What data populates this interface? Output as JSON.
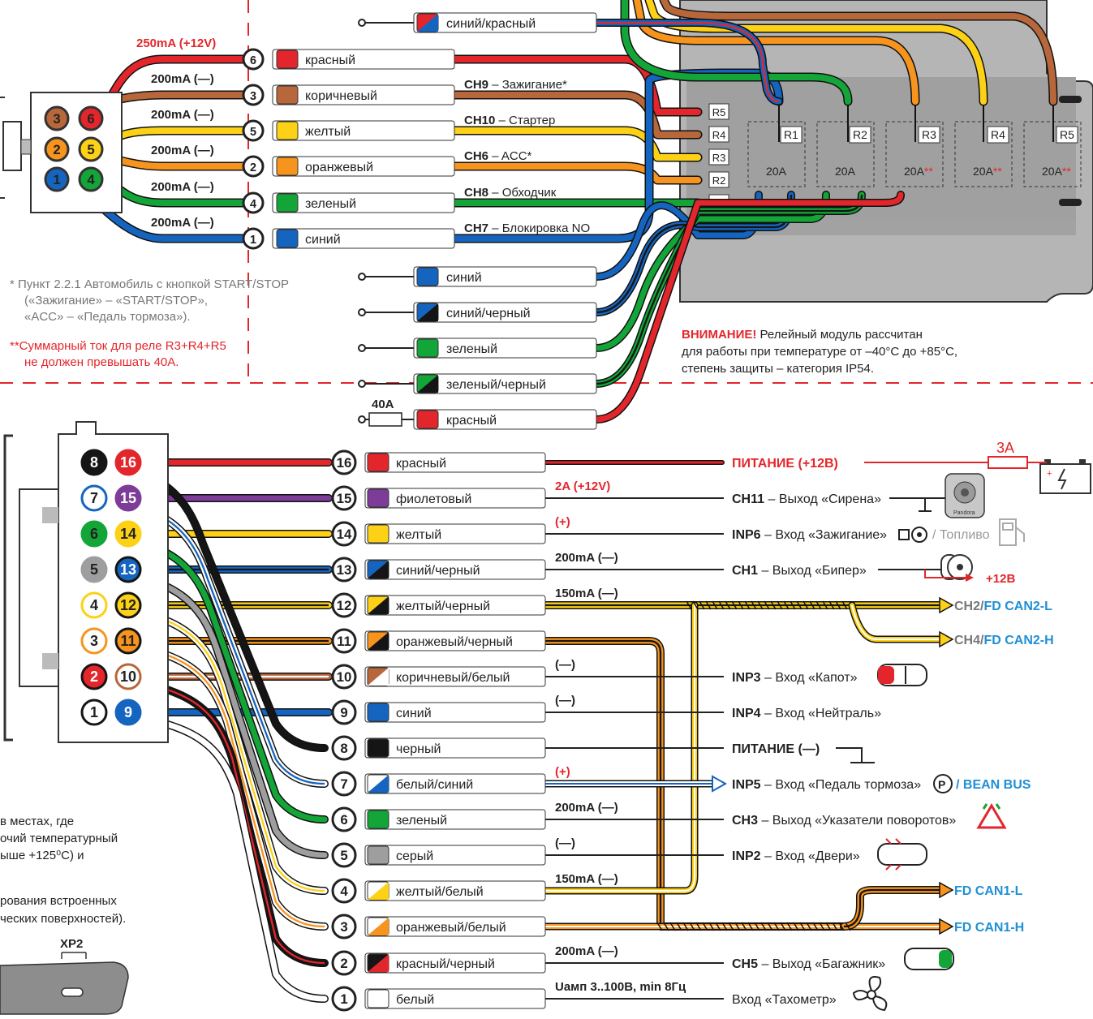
{
  "colors": {
    "red": "#e3262b",
    "brown": "#b8673a",
    "yellow": "#fcd116",
    "orange": "#f7941d",
    "green": "#13a538",
    "blue": "#1565c0",
    "black": "#151515",
    "white": "#ffffff",
    "violet": "#7d3c98",
    "gray": "#9e9e9e",
    "cyan": "#1e90d6",
    "module": "#b3b3b3"
  },
  "top": {
    "connector_pins": [
      "3",
      "6",
      "2",
      "5",
      "1",
      "4"
    ],
    "wires": [
      {
        "pin": "6",
        "color": "красный",
        "current": "250mA (+12V)",
        "channel": "",
        "func": "",
        "c1": "red",
        "c2": "red"
      },
      {
        "pin": "3",
        "color": "коричневый",
        "current": "200mA (—)",
        "channel": "CH9",
        "func": " – Зажигание*",
        "c1": "brown",
        "c2": "brown"
      },
      {
        "pin": "5",
        "color": "желтый",
        "current": "200mA (—)",
        "channel": "CH10",
        "func": " – Стартер",
        "c1": "yellow",
        "c2": "yellow"
      },
      {
        "pin": "2",
        "color": "оранжевый",
        "current": "200mA (—)",
        "channel": "CH6",
        "func": " – ACC*",
        "c1": "orange",
        "c2": "orange"
      },
      {
        "pin": "4",
        "color": "зеленый",
        "current": "200mA (—)",
        "channel": "CH8",
        "func": " – Обходчик",
        "c1": "green",
        "c2": "green"
      },
      {
        "pin": "1",
        "color": "синий",
        "current": "200mA (—)",
        "channel": "CH7",
        "func": " – Блокировка NO",
        "c1": "blue",
        "c2": "blue"
      }
    ],
    "relay_wires": [
      {
        "color": "синий/красный",
        "c1": "red",
        "c2": "blue"
      },
      {
        "color": "синий",
        "c1": "blue",
        "c2": "blue"
      },
      {
        "color": "синий/черный",
        "c1": "blue",
        "c2": "black"
      },
      {
        "color": "зеленый",
        "c1": "green",
        "c2": "green"
      },
      {
        "color": "зеленый/черный",
        "c1": "green",
        "c2": "black"
      },
      {
        "color": "красный",
        "c1": "red",
        "c2": "red"
      }
    ],
    "fuse_label": "40A",
    "relay_inputs": [
      "R5",
      "R4",
      "R3",
      "R2",
      "R1"
    ],
    "relays": [
      {
        "name": "R1",
        "rating": "20A",
        "mark": ""
      },
      {
        "name": "R2",
        "rating": "20A",
        "mark": ""
      },
      {
        "name": "R3",
        "rating": "20A",
        "mark": "**"
      },
      {
        "name": "R4",
        "rating": "20A",
        "mark": "**"
      },
      {
        "name": "R5",
        "rating": "20A",
        "mark": "**"
      }
    ],
    "notes": {
      "n1_line1": "*  Пункт 2.2.1 Автомобиль с кнопкой START/STOP",
      "n1_line2": "(«Зажигание» – «START/STOP»,",
      "n1_line3": "«ACC» – «Педаль тормоза»).",
      "n2_line1": "**Суммарный ток для реле R3+R4+R5",
      "n2_line2": "не должен превышать 40А."
    },
    "warning": {
      "head": "ВНИМАНИЕ!",
      "line1": " Релейный модуль рассчитан",
      "line2": "для работы при температуре от –40°C до +85°C,",
      "line3": "степень защиты – категория IP54."
    }
  },
  "bottom": {
    "connector_left": [
      "8",
      "7",
      "6",
      "5",
      "4",
      "3",
      "2",
      "1"
    ],
    "connector_right": [
      "16",
      "15",
      "14",
      "13",
      "12",
      "11",
      "10",
      "9"
    ],
    "wires": [
      {
        "pin": "16",
        "color": "красный",
        "current": "",
        "ch": "ПИТАНИЕ (+12В)",
        "func": "",
        "c1": "red",
        "c2": "red"
      },
      {
        "pin": "15",
        "color": "фиолетовый",
        "current": "2A (+12V)",
        "ch": "CH11",
        "func": " – Выход «Сирена»",
        "c1": "violet",
        "c2": "violet"
      },
      {
        "pin": "14",
        "color": "желтый",
        "current": "(+)",
        "ch": "INP6",
        "func": " – Вход «Зажигание»",
        "c1": "yellow",
        "c2": "yellow"
      },
      {
        "pin": "13",
        "color": "синий/черный",
        "current": "200mA (—)",
        "ch": "CH1",
        "func": " – Выход «Бипер»",
        "c1": "blue",
        "c2": "black"
      },
      {
        "pin": "12",
        "color": "желтый/черный",
        "current": "150mA (—)",
        "ch": "",
        "func": "",
        "c1": "yellow",
        "c2": "black"
      },
      {
        "pin": "11",
        "color": "оранжевый/черный",
        "current": "",
        "ch": "",
        "func": "",
        "c1": "orange",
        "c2": "black"
      },
      {
        "pin": "10",
        "color": "коричневый/белый",
        "current": "(—)",
        "ch": "INP3",
        "func": " – Вход «Капот»",
        "c1": "brown",
        "c2": "white"
      },
      {
        "pin": "9",
        "color": "синий",
        "current": "(—)",
        "ch": "INP4",
        "func": " – Вход «Нейтраль»",
        "c1": "blue",
        "c2": "blue"
      },
      {
        "pin": "8",
        "color": "черный",
        "current": "",
        "ch": "ПИТАНИЕ (—)",
        "func": "",
        "c1": "black",
        "c2": "black"
      },
      {
        "pin": "7",
        "color": "белый/синий",
        "current": "(+)",
        "ch": "INP5",
        "func": " – Вход «Педаль тормоза»",
        "c1": "white",
        "c2": "blue"
      },
      {
        "pin": "6",
        "color": "зеленый",
        "current": "200mA (—)",
        "ch": "CH3",
        "func": " – Выход «Указатели поворотов»",
        "c1": "green",
        "c2": "green"
      },
      {
        "pin": "5",
        "color": "серый",
        "current": "(—)",
        "ch": "INP2",
        "func": " – Вход «Двери»",
        "c1": "gray",
        "c2": "gray"
      },
      {
        "pin": "4",
        "color": "желтый/белый",
        "current": "150mA (—)",
        "ch": "",
        "func": "",
        "c1": "white",
        "c2": "yellow"
      },
      {
        "pin": "3",
        "color": "оранжевый/белый",
        "current": "",
        "ch": "",
        "func": "",
        "c1": "white",
        "c2": "orange"
      },
      {
        "pin": "2",
        "color": "красный/черный",
        "current": "200mA (—)",
        "ch": "CH5",
        "func": " – Выход «Багажник»",
        "c1": "black",
        "c2": "red"
      },
      {
        "pin": "1",
        "color": "белый",
        "current": "Uамп 3..100В, min 8Гц",
        "ch": "",
        "func": "Вход «Тахометр»",
        "c1": "white",
        "c2": "white"
      }
    ],
    "fuse_3a": "3A",
    "fuel_label": " / Топливо",
    "plus12": "+12В",
    "bean_bus": " / BEAN BUS",
    "can": {
      "ch2": "CH2/",
      "ch2b": "FD CAN2-L",
      "ch4": "CH4/",
      "ch4b": "FD CAN2-H",
      "can1l": "FD CAN1-L",
      "can1h": "FD CAN1-H"
    },
    "siren_brand": "Pandora",
    "left_note": {
      "l1": "в местах, где",
      "l2": "очий температурный",
      "l3": "ыше +125⁰С) и",
      "l4": "рования встроенных",
      "l5": "ческих поверхностей)."
    },
    "xp2": "XP2"
  }
}
